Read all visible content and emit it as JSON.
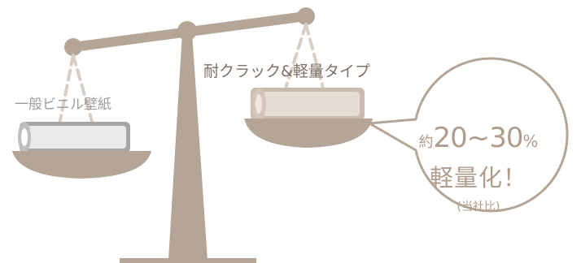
{
  "labels": {
    "standard": "一般ビニル壁紙",
    "lightweight": "耐クラック&軽量タイプ"
  },
  "bubble": {
    "prefix": "約",
    "range": "20~30",
    "unit": "%",
    "headline": "軽量化！",
    "note": "(当社比)"
  },
  "colors": {
    "scale": "#b5a597",
    "bubble_text": "#b09c8a",
    "label_dark": "#7b6f66",
    "label_light": "#a09d9a",
    "roll_gray": "#bfbfbf",
    "roll_beige": "#d9cec3"
  }
}
